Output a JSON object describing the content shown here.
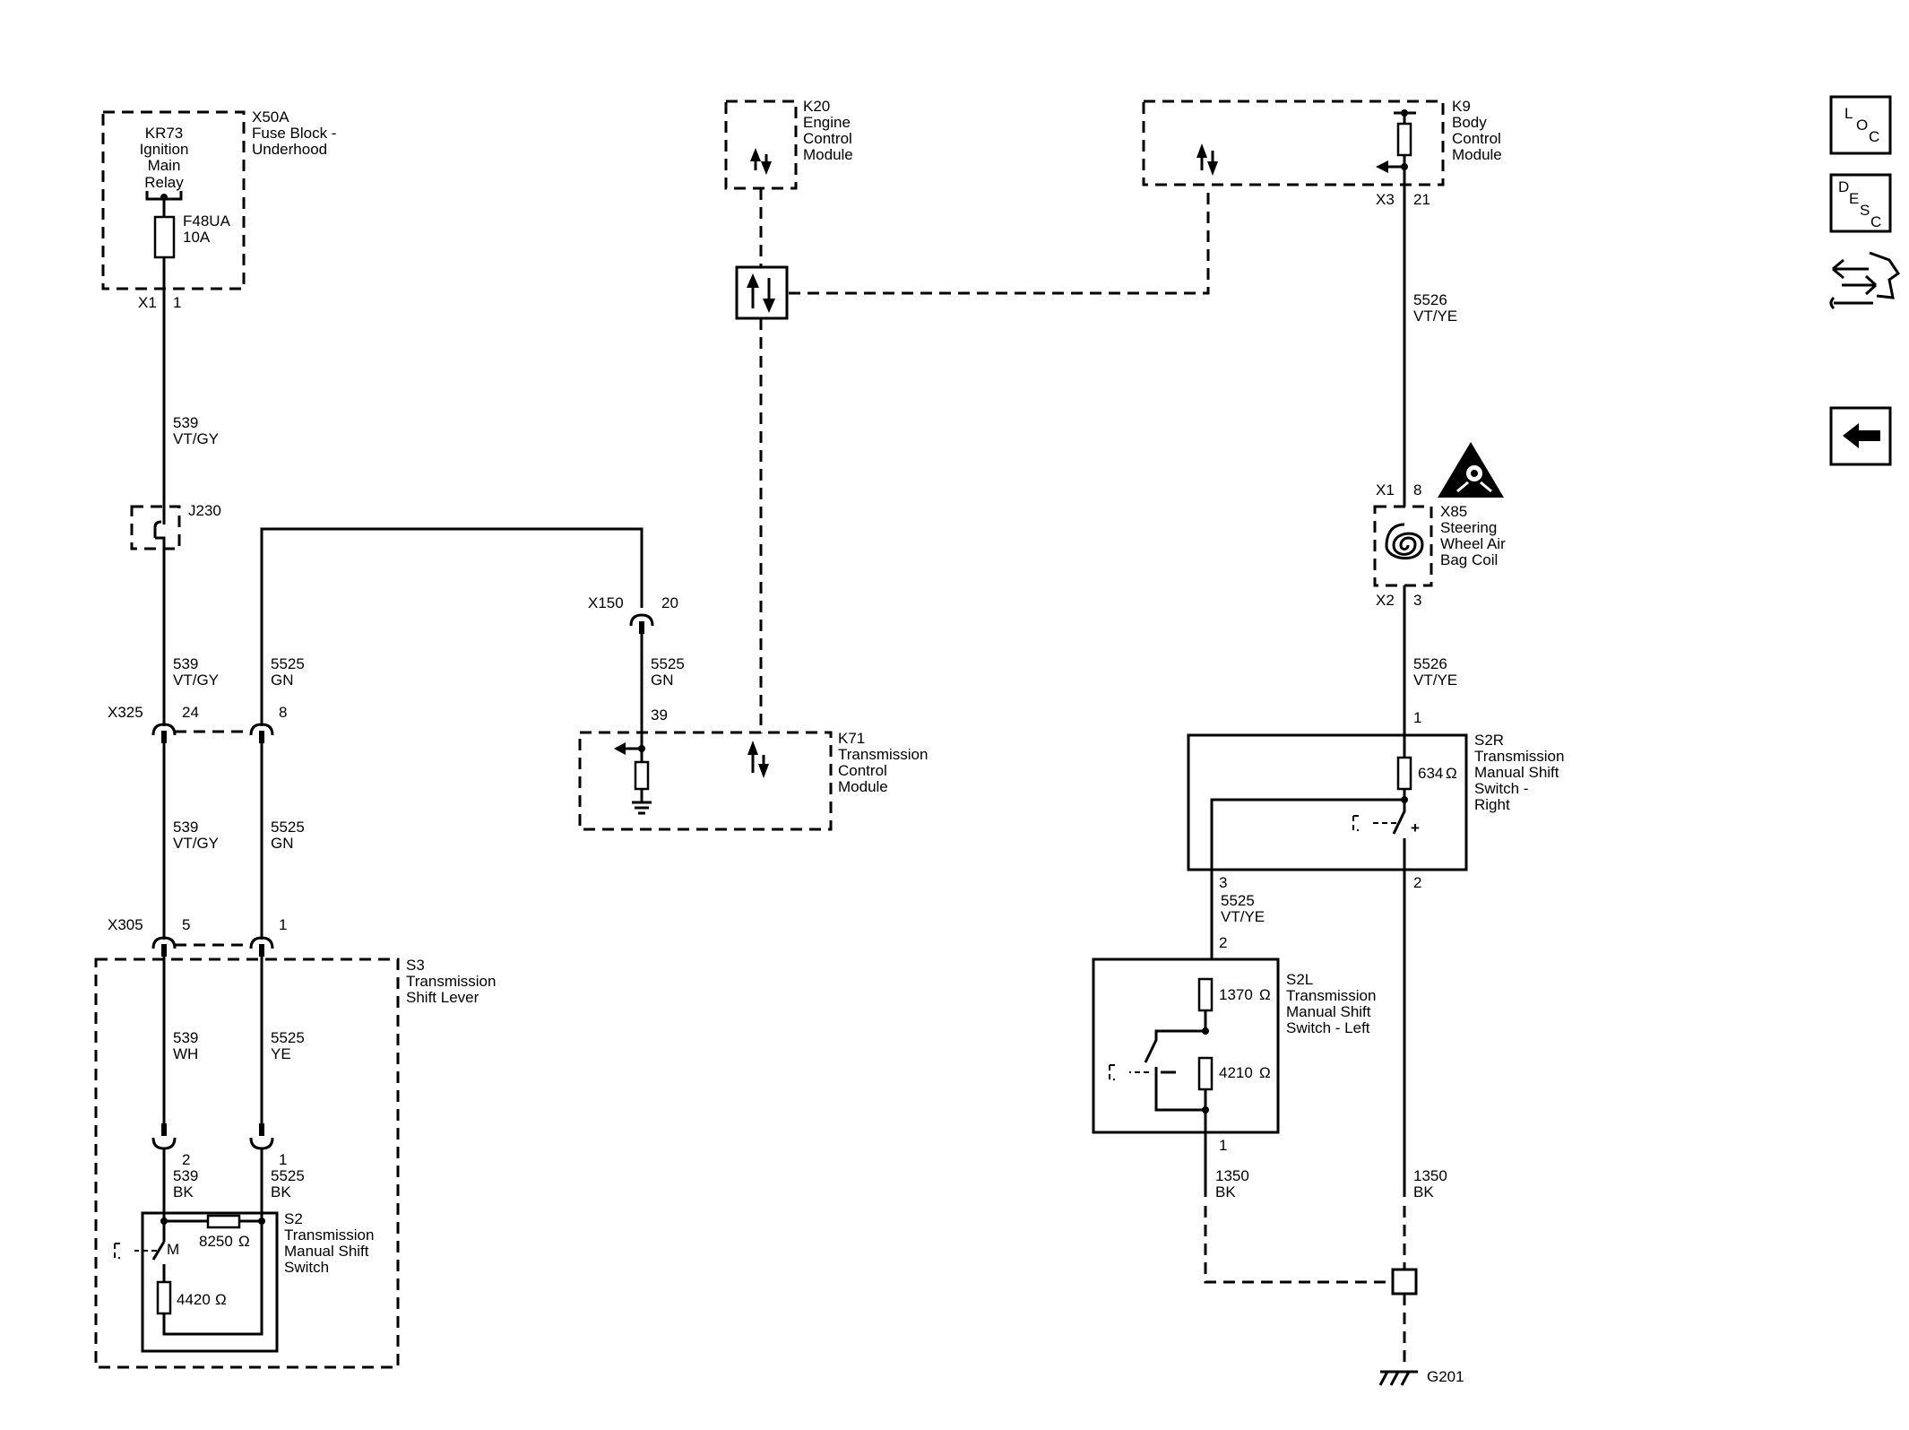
{
  "components": {
    "fuse_block": {
      "id": "X50A",
      "lines": [
        "Fuse Block -",
        "Underhood"
      ]
    },
    "relay": {
      "lines": [
        "KR73",
        "Ignition",
        "Main",
        "Relay"
      ]
    },
    "fuse": {
      "id": "F48UA",
      "rating": "10A"
    },
    "ecm": {
      "id": "K20",
      "lines": [
        "Engine",
        "Control",
        "Module"
      ]
    },
    "bcm": {
      "id": "K9",
      "lines": [
        "Body",
        "Control",
        "Module"
      ]
    },
    "tcm": {
      "id": "K71",
      "lines": [
        "Transmission",
        "Control",
        "Module"
      ]
    },
    "splice": {
      "id": "J230"
    },
    "airbag_coil": {
      "id": "X85",
      "lines": [
        "Steering",
        "Wheel Air",
        "Bag Coil"
      ]
    },
    "shift_lever": {
      "id": "S3",
      "lines": [
        "Transmission",
        "Shift Lever"
      ]
    },
    "s2": {
      "id": "S2",
      "lines": [
        "Transmission",
        "Manual Shift",
        "Switch"
      ]
    },
    "s2r": {
      "id": "S2R",
      "lines": [
        "Transmission",
        "Manual Shift",
        "Switch -",
        "Right"
      ]
    },
    "s2l": {
      "id": "S2L",
      "lines": [
        "Transmission",
        "Manual Shift",
        "Switch - Left"
      ]
    },
    "ground": {
      "id": "G201"
    }
  },
  "connectors": {
    "x1_fuse": {
      "name": "X1",
      "pin": "1"
    },
    "x150": {
      "name": "X150",
      "pin": "20"
    },
    "x325": {
      "name": "X325",
      "pin_a": "24",
      "pin_b": "8"
    },
    "x305": {
      "name": "X305",
      "pin_a": "5",
      "pin_b": "1"
    },
    "s2_pin_a": "2",
    "s2_pin_b": "1",
    "tcm_pin": "39",
    "bcm": {
      "name": "X3",
      "pin": "21"
    },
    "coil_top": {
      "name": "X1",
      "pin": "8"
    },
    "coil_bottom": {
      "name": "X2",
      "pin": "3"
    },
    "s2r_pin1": "1",
    "s2r_pin3": "3",
    "s2r_pin2": "2",
    "s2l_pin2": "2",
    "s2l_pin1": "1"
  },
  "wires": {
    "w539_a": {
      "circuit": "539",
      "color": "VT/GY"
    },
    "w539_b": {
      "circuit": "539",
      "color": "VT/GY"
    },
    "w539_c": {
      "circuit": "539",
      "color": "VT/GY"
    },
    "w539_wh": {
      "circuit": "539",
      "color": "WH"
    },
    "w539_bk": {
      "circuit": "539",
      "color": "BK"
    },
    "w5525_gn_a": {
      "circuit": "5525",
      "color": "GN"
    },
    "w5525_gn_b": {
      "circuit": "5525",
      "color": "GN"
    },
    "w5525_gn_c": {
      "circuit": "5525",
      "color": "GN"
    },
    "w5525_ye": {
      "circuit": "5525",
      "color": "YE"
    },
    "w5525_bk": {
      "circuit": "5525",
      "color": "BK"
    },
    "w5526_a": {
      "circuit": "5526",
      "color": "VT/YE"
    },
    "w5526_b": {
      "circuit": "5526",
      "color": "VT/YE"
    },
    "w5525_vtye": {
      "circuit": "5525",
      "color": "VT/YE"
    },
    "w1350_l": {
      "circuit": "1350",
      "color": "BK"
    },
    "w1350_r": {
      "circuit": "1350",
      "color": "BK"
    }
  },
  "resistors": {
    "r8250": "8250",
    "r4420": "4420",
    "r634": "634",
    "r1370": "1370",
    "r4210": "4210",
    "ohm": "Ω"
  },
  "switch_labels": {
    "s2_mode": "M",
    "s2r_mode": "+",
    "s2l_mode": "–"
  },
  "sidebar": {
    "loc": [
      "L",
      "O",
      "C"
    ],
    "desc": [
      "D",
      "E",
      "S",
      "C"
    ]
  }
}
